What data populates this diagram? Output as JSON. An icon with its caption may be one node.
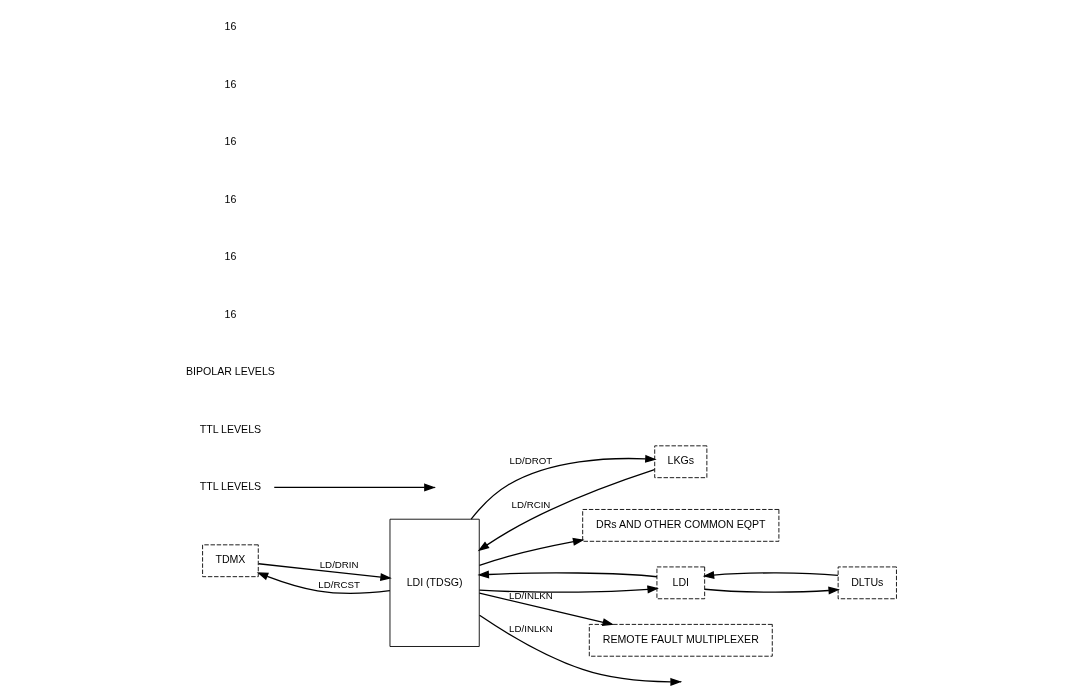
{
  "diagram": {
    "nodes": [
      {
        "text": [
          "TDMX"
        ]
      },
      {
        "text": [
          "LDI (TDSG)"
        ]
      },
      {
        "text": [
          "LKGs"
        ]
      },
      {
        "text": [
          "DRs AND OTHER COMMON EQPT"
        ]
      },
      {
        "text": [
          "LDI"
        ]
      },
      {
        "text": [
          "DLTUs"
        ]
      },
      {
        "text": [
          "REMOTE FAULT MULTIPLEXER"
        ]
      },
      {
        "text": [
          "TTL LEVELS"
        ]
      }
    ],
    "edges": [
      {
        "from": 0,
        "to": 1,
        "arrow": "to",
        "label": "LD/DRIN"
      },
      {
        "from": 1,
        "to": 0,
        "arrow": "to",
        "label": "LD/RCST"
      },
      {
        "from": 1,
        "to": null,
        "arrow": "to",
        "label": "LD/INLKN"
      },
      {
        "from": 1,
        "to": 6,
        "arrow": "to",
        "label": "LD/INLKN"
      },
      {
        "from": 1,
        "to": 2,
        "arrow": "to",
        "label": "LD/DROT"
      },
      {
        "from": 1,
        "to": 3,
        "arrow": "to"
      },
      {
        "from": 1,
        "to": 4,
        "arrow": "to"
      },
      {
        "from": 2,
        "to": 1,
        "arrow": "to",
        "label": "LD/RCIN"
      },
      {
        "from": 4,
        "to": 1,
        "arrow": "to"
      },
      {
        "from": 4,
        "to": 5,
        "arrow": "to"
      },
      {
        "from": 5,
        "to": 4,
        "arrow": "to"
      },
      {
        "from": 7,
        "to": null,
        "arrow": "to"
      }
    ],
    "labels": [
      "TTL LEVELS",
      "BIPOLAR LEVELS",
      "16",
      "16",
      "16",
      "16",
      "16",
      "16"
    ]
  }
}
